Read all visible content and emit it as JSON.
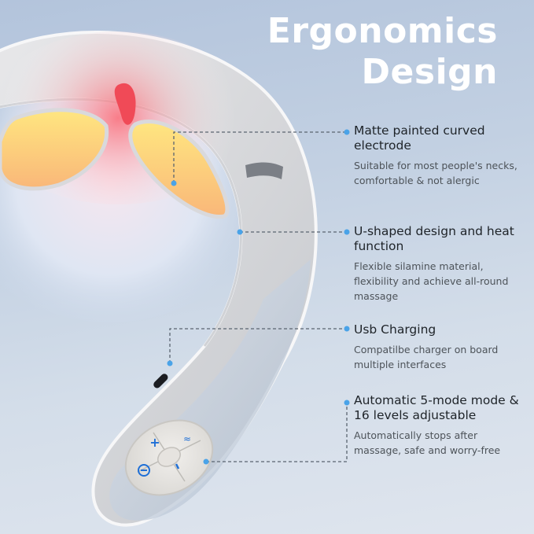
{
  "header": {
    "title_line1": "Ergonomics",
    "title_line2": "Design"
  },
  "features": [
    {
      "title": "Matte painted curved electrode",
      "description": "Suitable for most people's necks, comfortable & not alergic"
    },
    {
      "title": "U-shaped design and heat function",
      "description": "Flexible silamine material, flexibility and achieve all-round massage"
    },
    {
      "title": "Usb Charging",
      "description": "Compatilbe charger on board multiple interfaces"
    },
    {
      "title": "Automatic 5-mode mode & 16 levels adjustable",
      "description": "Automatically stops after massage, safe and worry-free"
    }
  ],
  "control_panel": {
    "buttons": [
      "plus-button",
      "heat-button",
      "power-button",
      "minus-button",
      "center-button"
    ]
  },
  "colors": {
    "accent_dot": "#4aa3e8",
    "leader_line": "#5a6470",
    "title_text": "#ffffff",
    "feature_title": "#1e2328",
    "feature_desc": "#4d5359",
    "heat_glow": "#f25560",
    "electrode_yellow": "#fbd873",
    "button_icon_blue": "#1f6fd6"
  }
}
